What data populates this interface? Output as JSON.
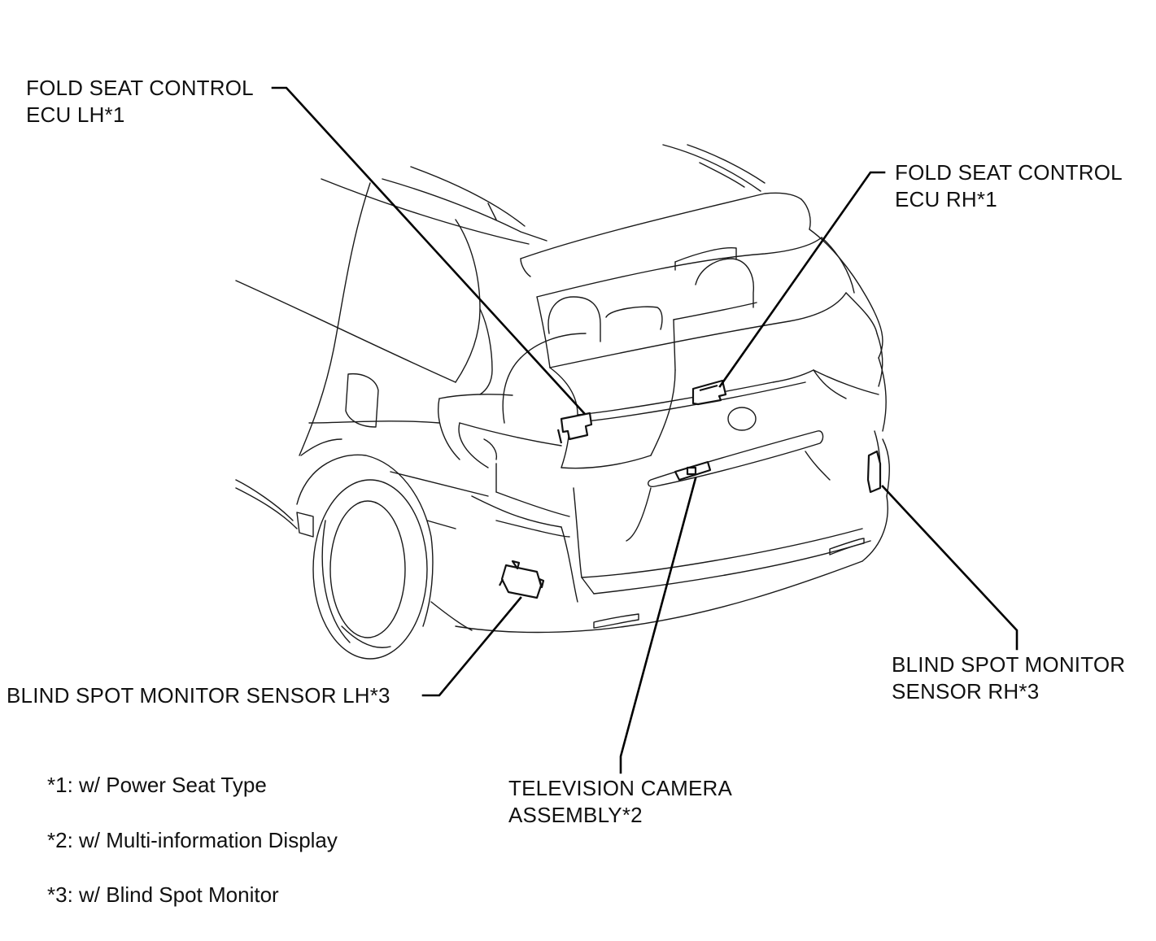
{
  "components": {
    "fold_seat_ecu_lh": {
      "line1": "FOLD SEAT CONTROL",
      "line2": "ECU LH*1"
    },
    "fold_seat_ecu_rh": {
      "line1": "FOLD SEAT CONTROL",
      "line2": "ECU RH*1"
    },
    "blind_spot_sensor_lh": {
      "line1": "BLIND SPOT MONITOR SENSOR LH*3"
    },
    "blind_spot_sensor_rh": {
      "line1": "BLIND SPOT MONITOR",
      "line2": "SENSOR RH*3"
    },
    "television_camera": {
      "line1": "TELEVISION CAMERA",
      "line2": "ASSEMBLY*2"
    }
  },
  "notes": [
    "*1: w/ Power Seat Type",
    "*2: w/ Multi-information Display",
    "*3: w/ Blind Spot Monitor"
  ],
  "colors": {
    "line": "#000000",
    "background": "#ffffff"
  }
}
